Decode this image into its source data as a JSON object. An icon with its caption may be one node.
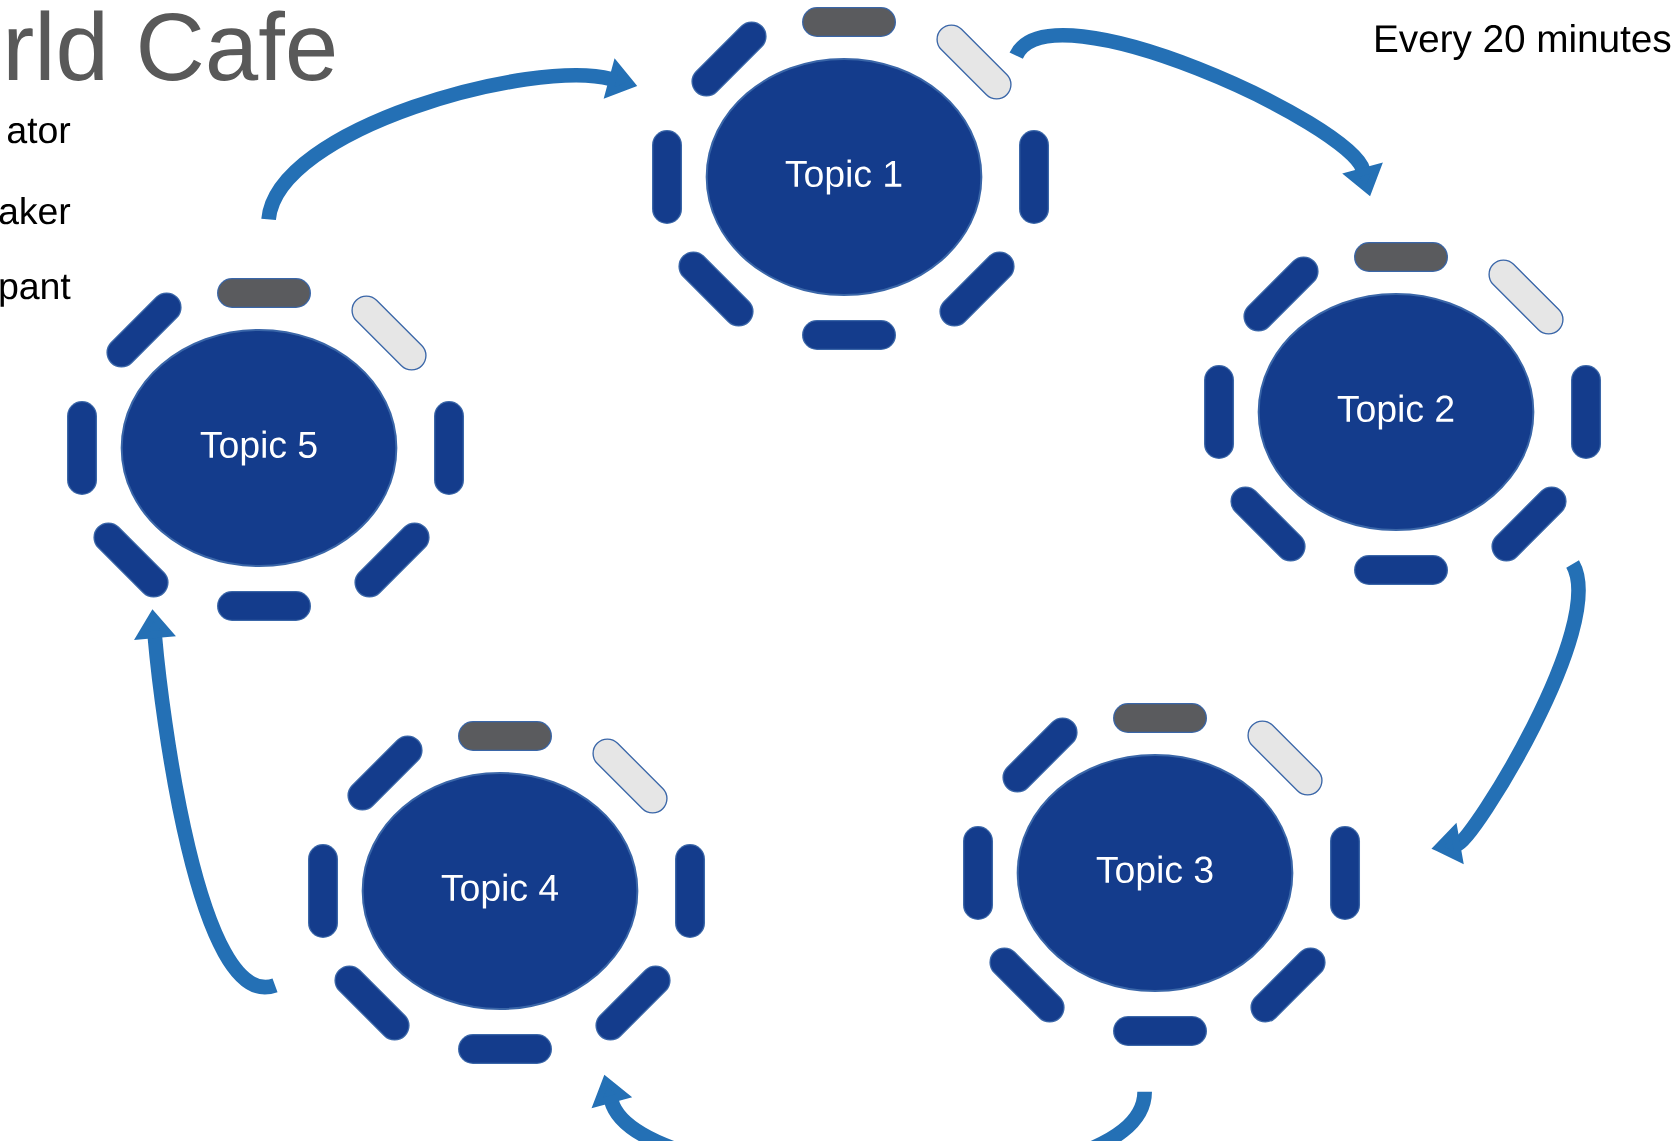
{
  "diagram": {
    "title": "rld Cafe",
    "nodes": [
      {
        "text": [
          "Topic 1"
        ]
      },
      {
        "text": [
          "Topic 2"
        ]
      },
      {
        "text": [
          "Topic 3"
        ]
      },
      {
        "text": [
          "Topic 4"
        ]
      },
      {
        "text": [
          "Topic 5"
        ]
      }
    ],
    "edges": [
      {
        "from": 4,
        "to": 0,
        "arrow": "to"
      },
      {
        "from": 0,
        "to": 1,
        "arrow": "to"
      },
      {
        "from": 1,
        "to": 2,
        "arrow": "to"
      },
      {
        "from": 2,
        "to": 3,
        "arrow": "to"
      },
      {
        "from": 3,
        "to": 4,
        "arrow": "to"
      }
    ],
    "labels": [
      "Every 20 minutes",
      "ator",
      "aker",
      "pant"
    ]
  }
}
